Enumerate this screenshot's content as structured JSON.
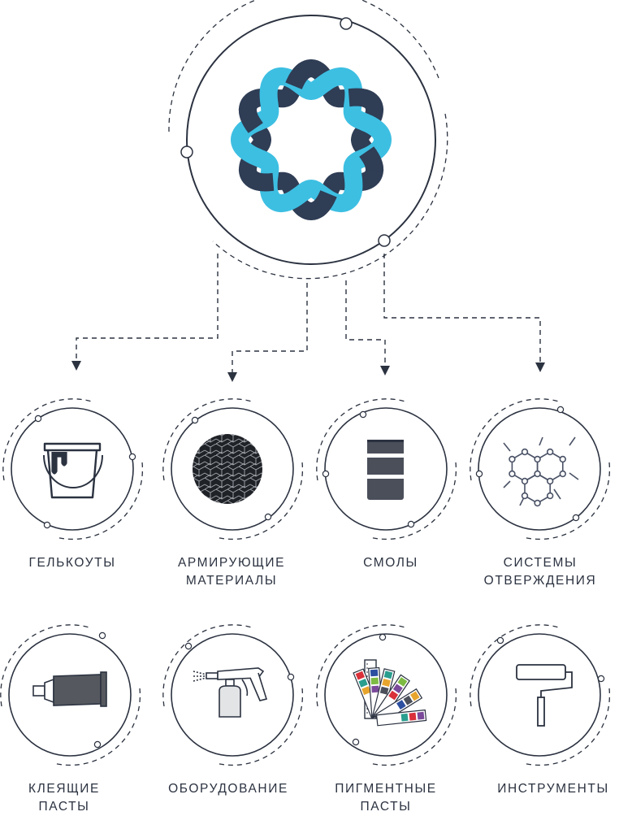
{
  "logo": {
    "icon": "star-knot-logo-icon",
    "colors": {
      "dark": "#2f3d55",
      "light": "#3dbfe2"
    }
  },
  "connector_color": "#2b3240",
  "categories": [
    {
      "id": "gelcoats",
      "icon": "paint-bucket-icon",
      "lines": [
        "ГЕЛЬКОУТЫ"
      ]
    },
    {
      "id": "reinforcing",
      "icon": "fiber-mesh-icon",
      "lines": [
        "АРМИРУЮЩИЕ",
        "МАТЕРИАЛЫ"
      ]
    },
    {
      "id": "resins",
      "icon": "barrel-icon",
      "lines": [
        "СМОЛЫ"
      ]
    },
    {
      "id": "curing",
      "icon": "molecule-icon",
      "lines": [
        "СИСТЕМЫ",
        "ОТВЕРЖДЕНИЯ"
      ]
    },
    {
      "id": "adhesive",
      "icon": "paste-tube-icon",
      "lines": [
        "КЛЕЯЩИЕ",
        "ПАСТЫ"
      ]
    },
    {
      "id": "equipment",
      "icon": "spray-gun-icon",
      "lines": [
        "ОБОРУДОВАНИЕ"
      ]
    },
    {
      "id": "pigments",
      "icon": "color-swatch-fan-icon",
      "lines": [
        "ПИГМЕНТНЫЕ",
        "ПАСТЫ"
      ]
    },
    {
      "id": "tools",
      "icon": "paint-roller-icon",
      "lines": [
        "ИНСТРУМЕНТЫ"
      ]
    }
  ],
  "swatch_colors": [
    "#d9303a",
    "#2c4fa0",
    "#2a9e8f",
    "#7dbb43",
    "#e7a52d",
    "#7b4a9a",
    "#4a4f5a"
  ]
}
